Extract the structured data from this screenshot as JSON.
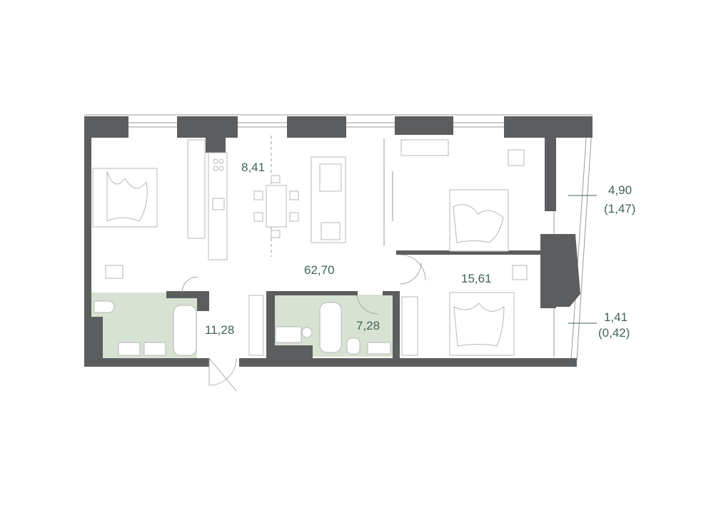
{
  "colors": {
    "wall": "#5b5d5f",
    "wet_zone": "#d7e2d3",
    "label": "#3f6355",
    "furniture": "#b7b7b7"
  },
  "rooms": {
    "kitchen": {
      "area": "8,41"
    },
    "living": {
      "area": "62,70"
    },
    "bedroom_1": {
      "area": "15,61"
    },
    "hall": {
      "area": "11,28"
    },
    "bathroom": {
      "area": "7,28"
    }
  },
  "balconies": {
    "upper": {
      "area": "4,90",
      "reduced": "(1,47)"
    },
    "lower": {
      "area": "1,41",
      "reduced": "(0,42)"
    }
  }
}
